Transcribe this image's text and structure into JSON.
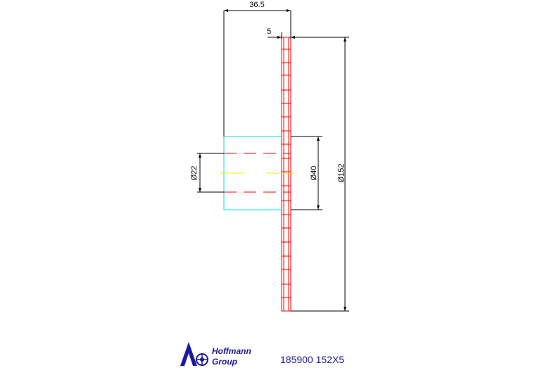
{
  "drawing": {
    "dimensions": {
      "hub_length": "36.5",
      "plate_thickness": "5",
      "bore_diameter": "Ø22",
      "hub_diameter": "Ø40",
      "outer_diameter": "Ø152"
    },
    "colors": {
      "plate": "#ff0000",
      "hub": "#00e0e0",
      "center": "#ffff00",
      "dimension": "#000000",
      "brand": "#1a1aa0"
    }
  },
  "title_block": {
    "logo_icon": "hoffmann-logo-icon",
    "logo_line1": "Hoffmann",
    "logo_line2": "Group",
    "part_code": "185900 152X5"
  }
}
